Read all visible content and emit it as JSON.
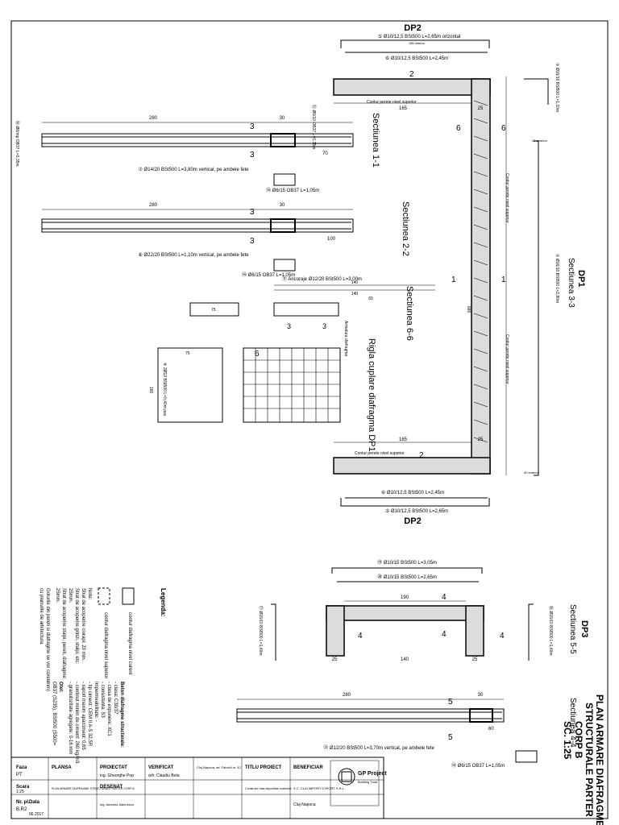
{
  "drawing": {
    "title_lines": [
      "PLAN ARMARE DIAFRAGME",
      "STRUCTURALE PARTER",
      "CORP B"
    ],
    "scale": "SC. 1:25",
    "sections": {
      "dp2_top": "DP2",
      "dp2_bottom": "DP2",
      "dp1": "DP1",
      "dp3": "DP3",
      "s11": "Sectiunea 1-1",
      "s22": "Sectiunea 2-2",
      "s33": "Sectiunea 3-3",
      "s44": "Sectiunea 4-4",
      "s55": "Sectiunea 5-5",
      "s66": "Sectiunea 6-6",
      "rigla": "Rigla cuplare diafragma DP1"
    },
    "bar_labels": {
      "b5_top": "⑤ Ø10/12,5 BSt500 L=2,65m orizontal",
      "b6_top": "⑥ Ø10/12,5 BSt500 L=2,45m",
      "b6_bot": "⑥ Ø10/12,5 BSt500 L=2,45m",
      "b5_bot": "⑤ Ø10/12,5 BSt500 L=2,65m",
      "b7": "⑦ Ø14/20 BSt500 L=3,80m vertical, pe ambele fete",
      "b8": "⑧ Ø22/20 BSt500 L=1,10m vertical, pe ambele fete",
      "b14a": "⑭ Ø6/15 OB37 L=1,05m",
      "b14b": "⑭ Ø6/15 OB37 L=1,05m",
      "b14c": "⑭ Ø6/15 OB37 L=1,05m",
      "b11": "⑪ Ancoraje Ø12/20 BSt500 L=3,00m",
      "b19": "⑲ Ø10/15 BSt500 L=3,05m",
      "b20": "⑳ Ø10/15 BSt500 L=2,65m",
      "b21": "㉑ Ø12/20 BSt500 L=3,70m vertical, pe ambele fete",
      "vert_a": "⑯ Ø6/mp OB37 L=0,35m",
      "vert_b": "③ Ø16/10 BSt500 L=1,10m",
      "vert_c": "① Ø16/10 BSt500 L=2,80m",
      "vert_d": "⑫ Ø6/10 OB37 L=0,35m",
      "vert_e": "⑨ 2Ø12 BSt500 L=0,40m pas",
      "vert_f": "⑰ Ø16/10 BSt500 L=1,40m",
      "vert_g": "⑱ Ø16/10 BSt500 L=1,40m"
    },
    "dims": {
      "d280a": "280",
      "d30a": "30",
      "d70": "70",
      "d280b": "280",
      "d30b": "30",
      "d100": "100",
      "d165a": "165",
      "d25a": "25",
      "d165b": "165",
      "d25b": "25",
      "d680": "680",
      "d140a": "140",
      "d140b": "140",
      "d65": "65",
      "d190": "190",
      "d25c": "25",
      "d140c": "140",
      "d25d": "25",
      "d280c": "280",
      "d30c": "30",
      "d60": "60",
      "d185": "185 interior",
      "d40ext": "40 exterior",
      "d20ext": "20 exterior",
      "d75a": "75",
      "d75b": "75",
      "d180": "180"
    },
    "notes": {
      "contur1": "Contur perete nivel superior",
      "contur2": "Contur perete nivel superior",
      "contur3": "Contur perete nivel superior",
      "contur4": "Contur perete nivel superior",
      "armatura": "Armatura diafragma"
    },
    "legend": {
      "title": "Legenda:",
      "item1": "contur diafragma nivel curent",
      "item2": "contur diafragma nivel superior"
    },
    "general_notes": [
      "Note:",
      "Strat de acoperire ciorapi: 20 mm.",
      "Strat de acoperire grinzi, stalpi, etc:",
      "25mm.",
      "Strat de acoperire stalpi, pereti, diafragme:",
      "25mm.",
      "Golurile din pereti si diafragme se vor corela",
      "cu planurile de arhitectura."
    ],
    "materials": [
      "Beton diafragme structurale:",
      "- clasa: C30/37",
      "- clasa de expunere: XC1",
      "- consistenta: S3",
      "Impermeabilitate: -",
      "- tip ciment: CEM II A-S 32,5R",
      "- raport maxim apa/ciment: 0,65",
      "- continut minim de ciment: 260 kg/m3",
      "- granulozitate agregate: 0-16 mm",
      "Otel:",
      "OB37 (S235), BSt500 (S500=",
      "mm)"
    ],
    "title_block": {
      "company": "GP Project",
      "company_sub": "Building Trust",
      "beneficiar_label": "BENEFICIAR",
      "beneficiar": "S.C. CLAI IMPORT EXPORT S.R.L.",
      "beneficiar_city": "Cluj-Napoca",
      "titlu_label": "TITLU PROIECT",
      "titlu": "Construire hala depozitare materiale",
      "adresa": "Cluj-Napoca, str. Fabricii nr. 42",
      "proiectat_label": "PROIECTAT",
      "proiectat": "ing. Gheorghe Pop",
      "desenat_label": "DESENAT",
      "desenat": "ing. Andreea Marinescu",
      "verificat_label": "VERIFICAT",
      "verificat": "arh. Claudiu Bota",
      "plansa_label": "PLANSA",
      "plansa": "PLAN ARMARE DIAFRAGME STRUCTURALE PARTER CORP B",
      "nr_label": "Faza",
      "nr": "PT",
      "scara_label": "Scara",
      "scara": "1:25",
      "nrpl_label": "Nr. pl.",
      "nrpl": "B.R2",
      "data_label": "Data",
      "data": "06.2017"
    }
  },
  "colors": {
    "ink": "#000000",
    "concrete": "#dcdcdc",
    "paper": "#ffffff"
  }
}
